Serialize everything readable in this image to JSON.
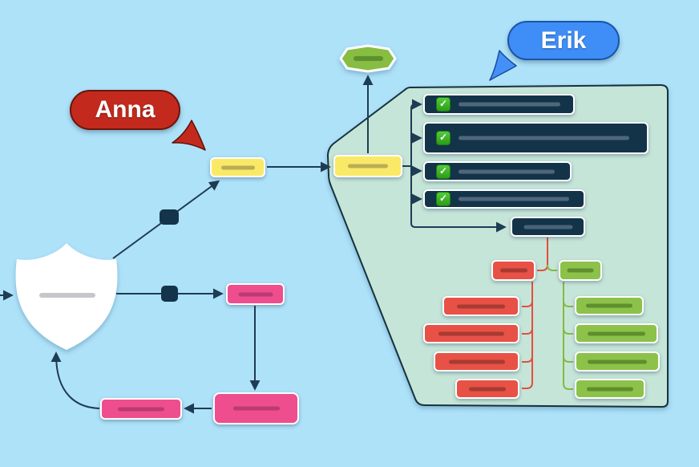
{
  "canvas": {
    "background_color": "#aee2f9",
    "type_hint": "collaborative whiteboard flowchart"
  },
  "collaborators": [
    {
      "name": "Anna",
      "color": "#c32a1d",
      "cursor_direction": "down-right"
    },
    {
      "name": "Erik",
      "color": "#3f8ef7",
      "cursor_direction": "down-left"
    }
  ],
  "checklist": {
    "check_glyph": "✓",
    "checked_count": 4,
    "item_count": 5
  },
  "palette": {
    "connector_navy": "#1e3c53",
    "connector_red": "#e64c3e",
    "connector_green": "#84ba3f",
    "region_fill": "#c6e5d9",
    "region_border": "#17313d",
    "node_yellow": "#fae967",
    "node_pink": "#ee4e8d",
    "node_red": "#e75146",
    "node_green": "#8cc24a",
    "node_navy": "#133349",
    "hexagon_green": "#87bd41",
    "checkbox_green": "#3bb52a",
    "shield_fill": "#ffffff"
  }
}
